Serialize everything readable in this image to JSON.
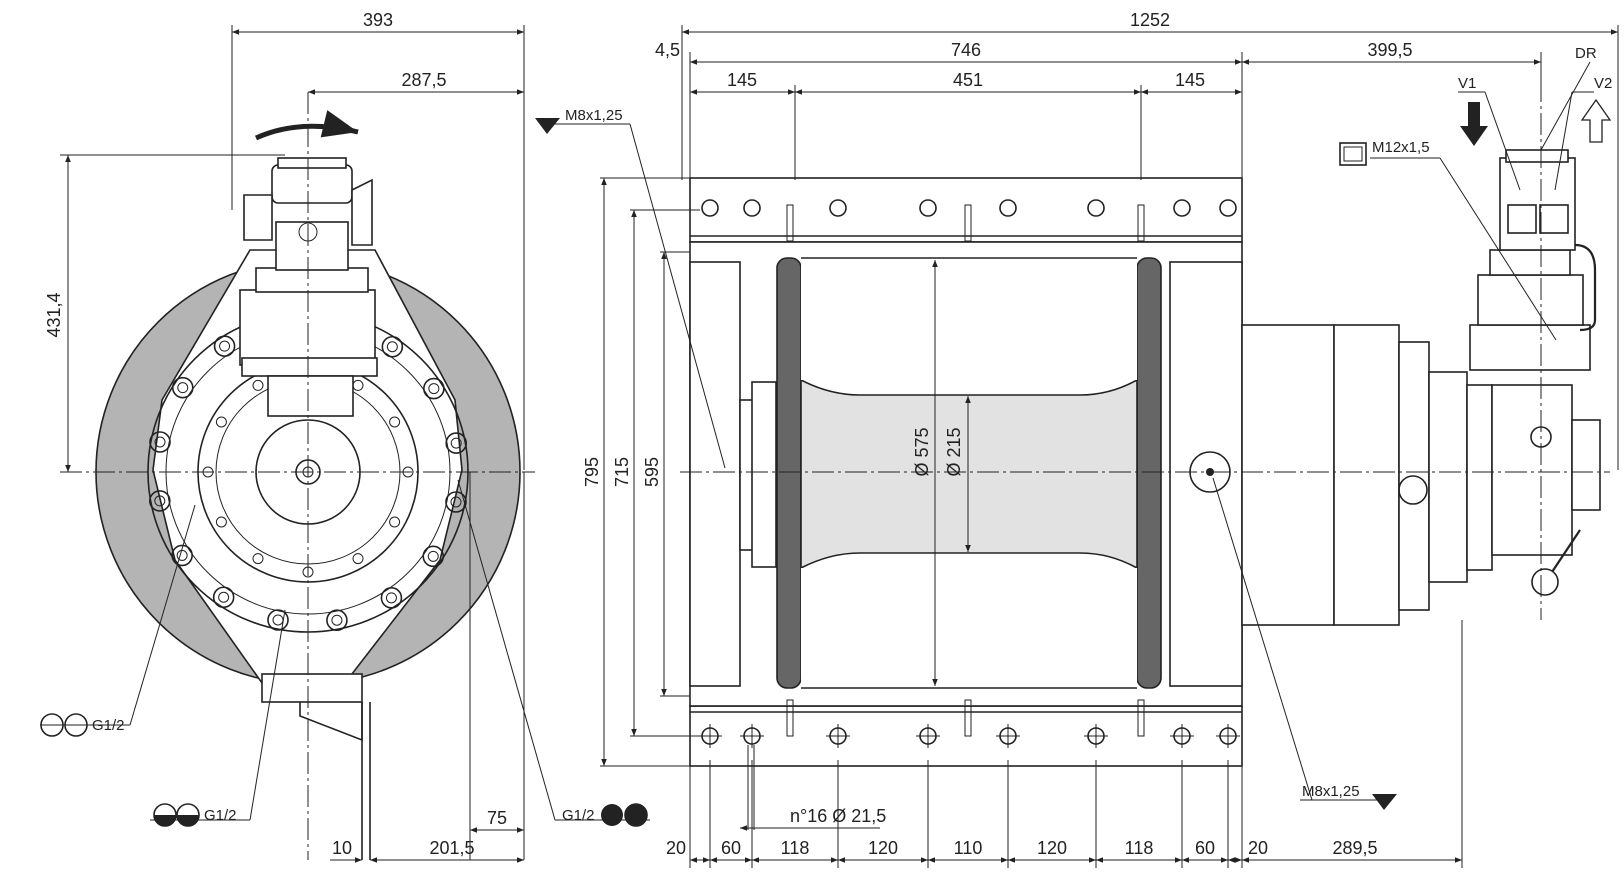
{
  "dimensions": {
    "top_393": "393",
    "top_287_5": "287,5",
    "left_431_4": "431,4",
    "bottom_10": "10",
    "bottom_201_5": "201,5",
    "bottom_75": "75",
    "top_1252": "1252",
    "top_4_5": "4,5",
    "top_746": "746",
    "top_399_5": "399,5",
    "top_145_left": "145",
    "top_451": "451",
    "top_145_right": "145",
    "height_795": "795",
    "height_715": "715",
    "height_595": "595",
    "drum_575": "Ø 575",
    "drum_215": "Ø 215",
    "holes": "n°16 Ø 21,5",
    "bottom_289_5": "289,5",
    "bottom_chain": [
      "20",
      "60",
      "118",
      "120",
      "110",
      "120",
      "118",
      "60",
      "20"
    ]
  },
  "labels": {
    "m8_top": "M8x1,25",
    "m8_bottom": "M8x1,25",
    "m12": "M12x1,5",
    "dr": "DR",
    "v1": "V1",
    "v2": "V2",
    "g_left1": "G1/2",
    "g_left2": "G1/2",
    "g_right": "G1/2"
  },
  "icons": {
    "rotation": "rotation-arrow-icon",
    "flow_in": "down-arrow-icon",
    "flow_out": "up-arrow-icon",
    "thread_marker": "triangle-down-icon",
    "square_port": "square-port-icon",
    "oil_fill": "double-circle-icon",
    "oil_level": "half-filled-circle-icon",
    "oil_drain": "filled-circle-icon"
  }
}
